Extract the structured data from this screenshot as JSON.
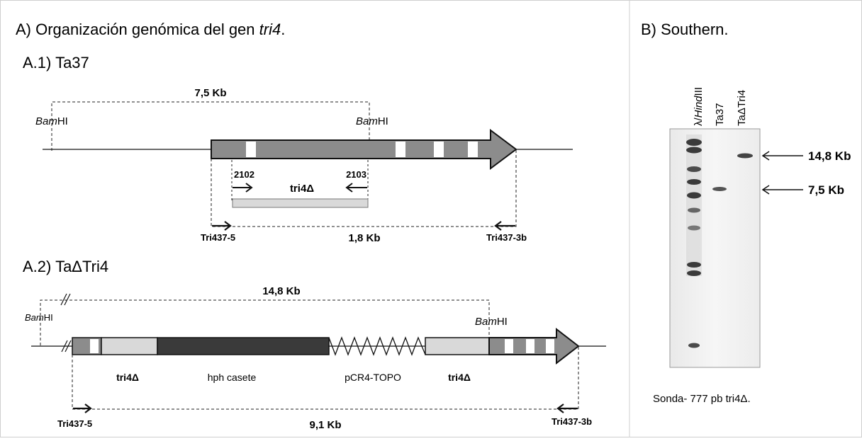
{
  "panel_a": {
    "title": "A) Organización genómica del gen ",
    "title_gene": "tri4",
    "title_end": ".",
    "a1": {
      "label": "A.1)  Ta37",
      "size_total": "7,5 Kb",
      "enzyme_left_italic": "Bam",
      "enzyme_left_rest": "HI",
      "enzyme_right_italic": "Bam",
      "enzyme_right_rest": "HI",
      "primer_2102": "2102",
      "primer_2103": "2103",
      "fragment": "tri4Δ",
      "primer_fwd": "Tri437-5",
      "primer_rev": "Tri437-3b",
      "amplicon": "1,8 Kb"
    },
    "a2": {
      "label": "A.2)  TaΔTri4",
      "size_total": "14,8 Kb",
      "enzyme_left_italic": "Bam",
      "enzyme_left_rest": "HI",
      "enzyme_right_italic": "Bam",
      "enzyme_right_rest": "HI",
      "segment_tri4_left": "tri4Δ",
      "segment_hph": "hph casete",
      "segment_pcr4": "pCR4-TOPO",
      "segment_tri4_right": "tri4Δ",
      "primer_fwd": "Tri437-5",
      "primer_rev": "Tri437-3b",
      "amplicon": "9,1 Kb"
    }
  },
  "panel_b": {
    "title": "B) Southern.",
    "lane_1_symbol": "λ/",
    "lane_1_italic": "Hind",
    "lane_1_rest": "III",
    "lane_2": "Ta37",
    "lane_3": "TaΔTri4",
    "band_label_1": "14,8 Kb",
    "band_label_2": "7,5 Kb",
    "caption": "Sonda- 777 pb tri4Δ."
  },
  "colors": {
    "gene_gray": "#8c8c8c",
    "light_segment": "#d9d9d9",
    "hph_dark": "#3a3a3a",
    "gel_background": "#f2f2f2",
    "band": "#3b3b3b"
  }
}
